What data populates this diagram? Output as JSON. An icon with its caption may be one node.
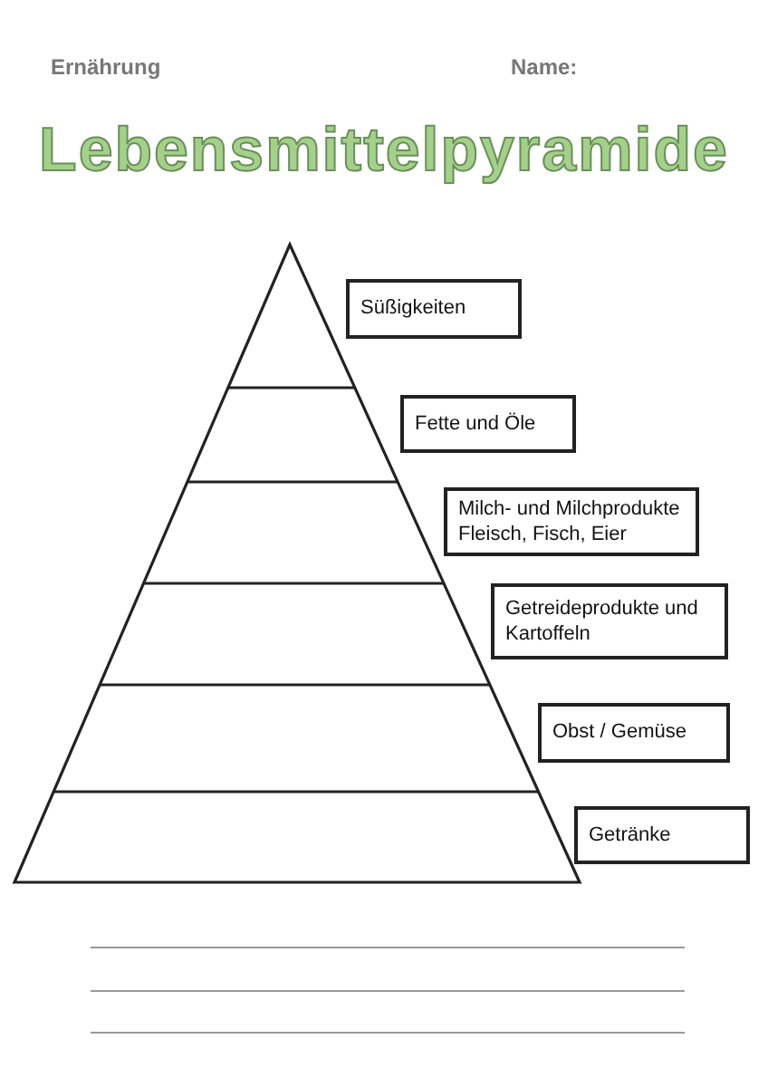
{
  "diagram": {
    "title": "Lebensmittelpyramide",
    "nodes": [
      {
        "text": [
          "Süßigkeiten"
        ]
      },
      {
        "text": [
          "Fette und Öle"
        ]
      },
      {
        "text": [
          "Milch- und Milchprodukte Fleisch, Fisch, Eier"
        ]
      },
      {
        "text": [
          "Getreideprodukte und Kartoffeln"
        ]
      },
      {
        "text": [
          "Obst / Gemüse"
        ]
      },
      {
        "text": [
          "Getränke"
        ]
      }
    ],
    "labels": [
      "Ernährung",
      "Name:"
    ]
  }
}
